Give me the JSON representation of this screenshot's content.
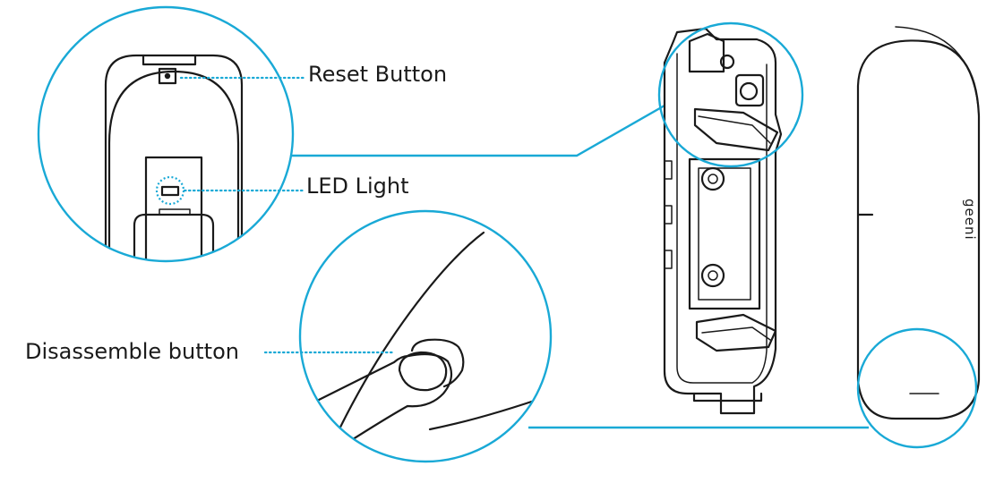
{
  "labels": {
    "reset_button": "Reset Button",
    "led_light": "LED Light",
    "disassemble_button": "Disassemble button"
  },
  "brand": "geeni",
  "colors": {
    "callout": "#19a9d6",
    "ink": "#1a1a1a",
    "background": "#ffffff"
  }
}
